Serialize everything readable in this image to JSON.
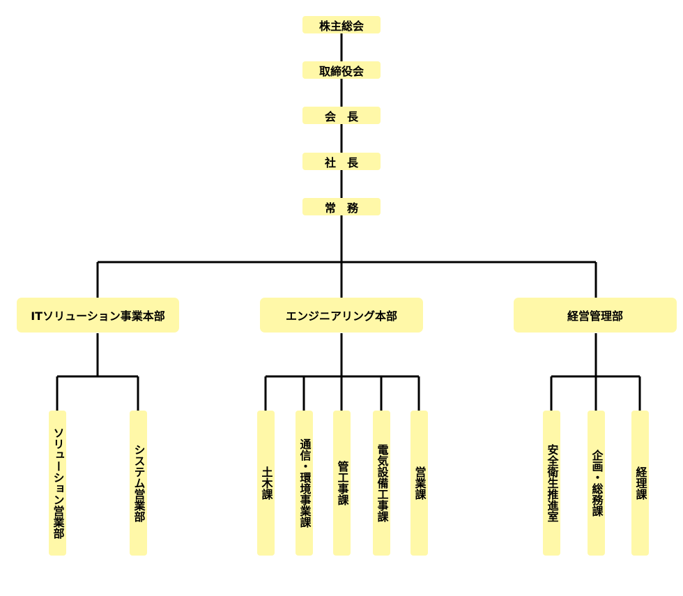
{
  "org": {
    "top": [
      {
        "id": "shareholders",
        "label": "株主総会"
      },
      {
        "id": "board",
        "label": "取締役会"
      },
      {
        "id": "chairman",
        "label": "会　長"
      },
      {
        "id": "president",
        "label": "社　長"
      },
      {
        "id": "managing-director",
        "label": "常　務"
      }
    ],
    "divisions": [
      {
        "id": "it-solutions",
        "label": "ITソリューション事業本部",
        "units": [
          {
            "id": "solution-sales",
            "label": "ソリューション営業部"
          },
          {
            "id": "system-sales",
            "label": "システム営業部"
          }
        ]
      },
      {
        "id": "engineering",
        "label": "エンジニアリング本部",
        "units": [
          {
            "id": "civil",
            "label": "土木課"
          },
          {
            "id": "telecom-env",
            "label": "通信・環境事業課"
          },
          {
            "id": "piping",
            "label": "管工事課"
          },
          {
            "id": "electrical",
            "label": "電気設備工事課"
          },
          {
            "id": "eng-sales",
            "label": "営業課"
          }
        ]
      },
      {
        "id": "management",
        "label": "経営管理部",
        "units": [
          {
            "id": "safety-health",
            "label": "安全衛生推進室"
          },
          {
            "id": "planning-general",
            "label": "企画・総務課"
          },
          {
            "id": "accounting",
            "label": "経理課"
          }
        ]
      }
    ]
  }
}
